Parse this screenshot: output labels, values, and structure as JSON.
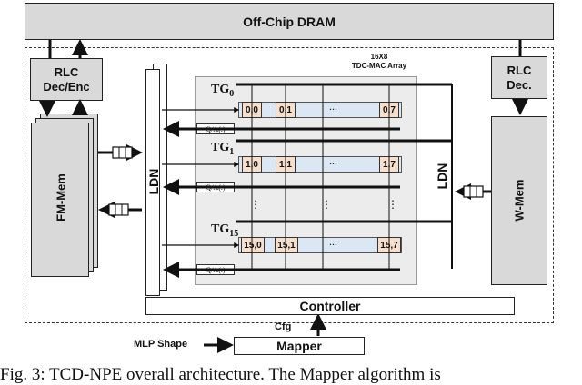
{
  "dram_label": "Off-Chip DRAM",
  "rlc_left": [
    "RLC",
    "Dec/Enc"
  ],
  "rlc_right": [
    "RLC",
    "Dec."
  ],
  "fm_mem": "FM-Mem",
  "w_mem": "W-Mem",
  "ldn_left": "LDN",
  "ldn_right": "LDN",
  "array_title": [
    "16X8",
    "TDC-MAC Array"
  ],
  "tgs": [
    {
      "name": "TG",
      "sub": "0",
      "cells": [
        "0,0",
        "0,1",
        "0,7"
      ],
      "qa": "Q/A(.)"
    },
    {
      "name": "TG",
      "sub": "1",
      "cells": [
        "1,0",
        "1,1",
        "1,7"
      ],
      "qa": "Q/A(.)"
    },
    {
      "name": "TG",
      "sub": "15",
      "cells": [
        "15,0",
        "15,1",
        "15,7"
      ],
      "qa": "Q/A(.)"
    }
  ],
  "ellipsis": "...",
  "vdots": "⋮",
  "controller": "Controller",
  "cfg": "Cfg",
  "mapper": "Mapper",
  "mlp_shape": "MLP Shape",
  "caption": "Fig.  3:  TCD-NPE  overall  architecture.  The  Mapper  algorithm  is",
  "colors": {
    "gray": "#d9d9d9",
    "cell": "#f6dfcc",
    "band": "#dbe8f4",
    "array_bg": "#ececec"
  }
}
